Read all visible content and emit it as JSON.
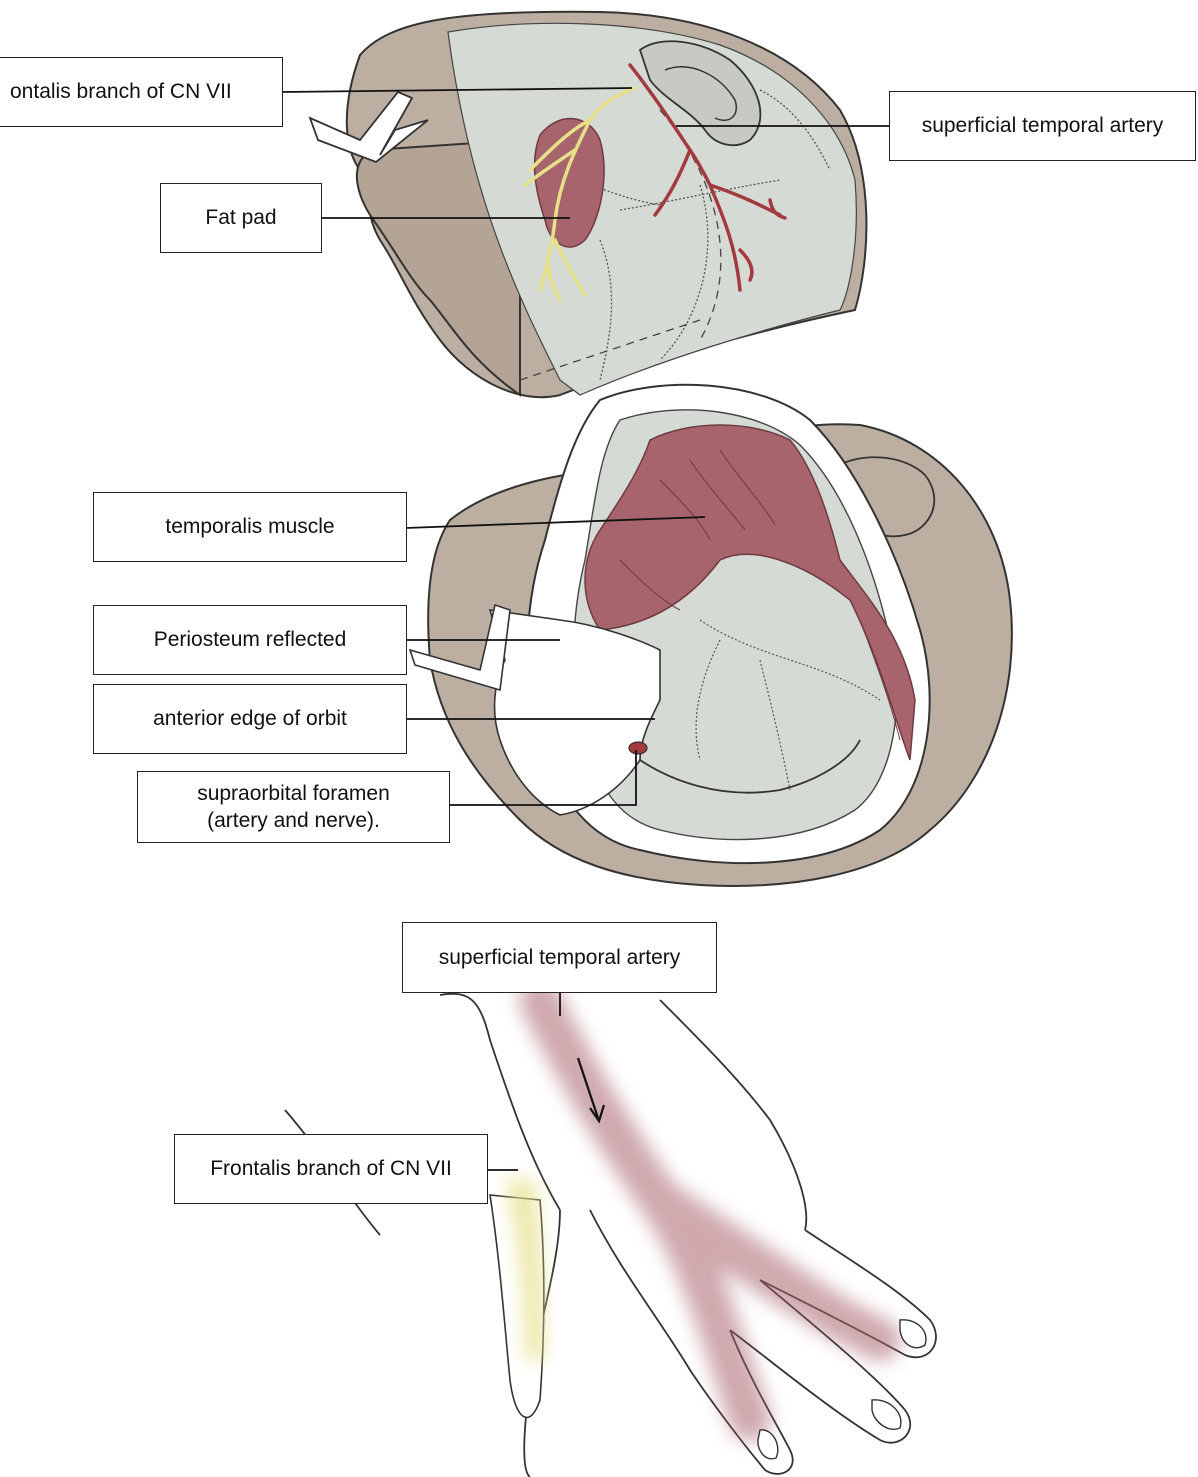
{
  "labels": {
    "frontalis_top": "ontalis branch of CN VII",
    "sta_top": "superficial temporal artery",
    "fat_pad": "Fat pad",
    "temporalis": "temporalis muscle",
    "periosteum": "Periosteum reflected",
    "orbit_edge": "anterior edge of orbit",
    "foramen_line1": "supraorbital foramen",
    "foramen_line2": "(artery and nerve).",
    "sta_bottom": "superficial temporal artery",
    "frontalis_bottom": "Frontalis branch of CN VII"
  },
  "colors": {
    "skin": "#bcaea1",
    "bone": "#d6dad4",
    "muscle": "#a8646d",
    "artery": "#a33a3e",
    "nerve": "#e6e08a",
    "outline": "#333333"
  }
}
